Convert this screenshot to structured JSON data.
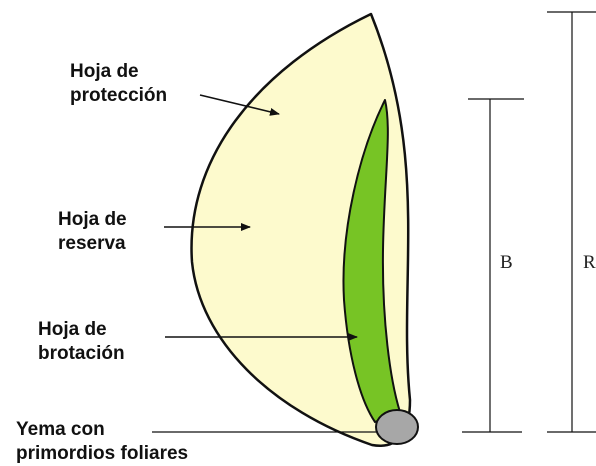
{
  "labels": {
    "proteccion": [
      "Hoja de",
      "protección"
    ],
    "reserva": [
      "Hoja de",
      "reserva"
    ],
    "brotacion": [
      "Hoja de",
      "brotación"
    ],
    "yema": [
      "Yema con",
      "primordios foliares"
    ]
  },
  "dimensions": {
    "inner": "B",
    "outer": "R"
  },
  "colors": {
    "protection_leaf": "#fdfacd",
    "sprout_leaf": "#77c425",
    "bud": "#a7a7a7",
    "outline": "#111111"
  }
}
